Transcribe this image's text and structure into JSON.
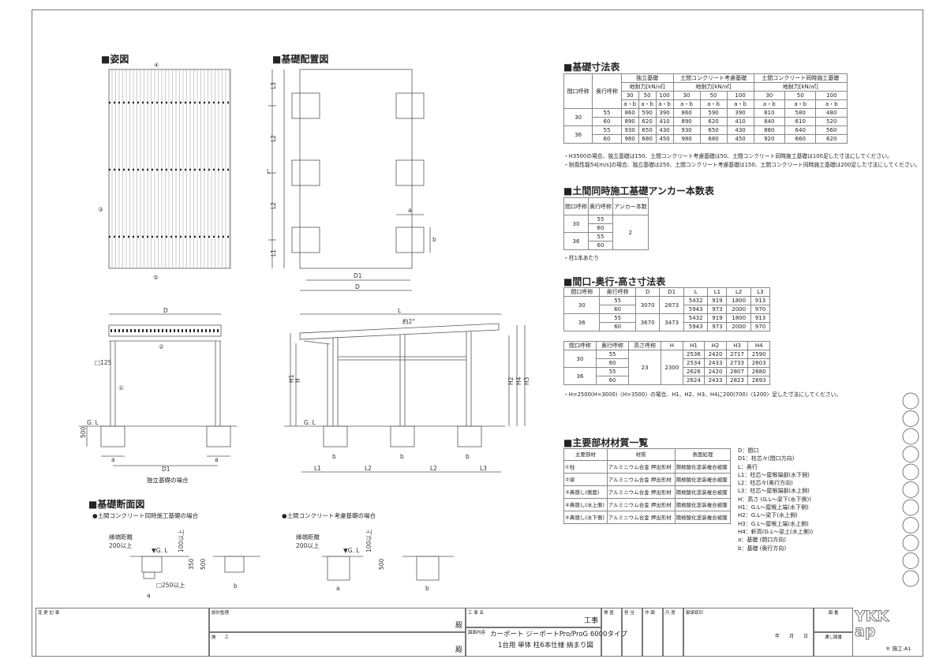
{
  "sheet": {
    "elevation_title": "■姿図",
    "layout_title": "■基礎配置図",
    "section_title": "■基礎断面図",
    "section_case1": "●土間コンクリート同時施工基礎の場合",
    "section_case2": "●土間コンクリート考慮基礎の場合",
    "front_caption": "独立基礎の場合"
  },
  "labels": {
    "c1": "①",
    "c2": "②",
    "c3": "③",
    "c4": "④",
    "c5": "⑤",
    "L": "L",
    "L1": "L1",
    "L2": "L2",
    "L3": "L3",
    "D": "D",
    "D1": "D1",
    "a": "a",
    "b": "b",
    "H": "H",
    "H1": "H1",
    "H2": "H2",
    "H3": "H3",
    "H4": "H4",
    "GL": "G. L",
    "GL2": "▼G. L",
    "d500": "500",
    "d350": "350",
    "post": "□125",
    "slope": "約2°",
    "edge": "縁端距離",
    "edge200": "200以上",
    "up100": "100以上",
    "sq250": "□250以上"
  },
  "found_table": {
    "title": "■基礎寸法表",
    "h_frontage": "間口呼称",
    "h_depth": "奥行呼称",
    "groups": [
      "独立基礎",
      "土間コンクリート考慮基礎",
      "土間コンクリート同時施工基礎"
    ],
    "bearing": "地耐力[kN/㎡]",
    "loads": [
      "30",
      "50",
      "100"
    ],
    "ab": "a・b",
    "rows": [
      {
        "f": "30",
        "d": "55",
        "v": [
          "860",
          "590",
          "390",
          "860",
          "590",
          "390",
          "810",
          "580",
          "480"
        ]
      },
      {
        "f": "",
        "d": "60",
        "v": [
          "890",
          "620",
          "410",
          "890",
          "620",
          "410",
          "840",
          "610",
          "520"
        ]
      },
      {
        "f": "36",
        "d": "55",
        "v": [
          "930",
          "650",
          "430",
          "930",
          "650",
          "430",
          "880",
          "640",
          "560"
        ]
      },
      {
        "f": "",
        "d": "60",
        "v": [
          "980",
          "680",
          "450",
          "980",
          "680",
          "450",
          "920",
          "660",
          "620"
        ]
      }
    ],
    "note1": "・H3500の場合、独立基礎は150、土間コンクリート考慮基礎は50、土間コンクリート同時施工基礎は100足した寸法にしてください。",
    "note2": "・耐風性能54[m/s]の場合、独立基礎は250、土間コンクリート考慮基礎は150、土間コンクリート同時施工基礎は200足した寸法にしてください。"
  },
  "anchor_table": {
    "title": "■土間同時施工基礎アンカー本数表",
    "h1": "間口呼称",
    "h2": "奥行呼称",
    "h3": "アンカー本数",
    "f": [
      "30",
      "36"
    ],
    "d": [
      "55",
      "60",
      "55",
      "60"
    ],
    "count": "2",
    "note": "・柱1本あたり"
  },
  "dim_table": {
    "title": "■間口-奥行-高さ寸法表",
    "headers1": [
      "間口呼称",
      "奥行呼称",
      "D",
      "D1",
      "L",
      "L1",
      "L2",
      "L3"
    ],
    "rows1": [
      {
        "f": "30",
        "d": "55",
        "D": "3070",
        "D1": "2873",
        "v": [
          "5432",
          "919",
          "1800",
          "913"
        ]
      },
      {
        "f": "",
        "d": "60",
        "D": "",
        "D1": "",
        "v": [
          "5943",
          "973",
          "2000",
          "970"
        ]
      },
      {
        "f": "36",
        "d": "55",
        "D": "3670",
        "D1": "3473",
        "v": [
          "5432",
          "919",
          "1800",
          "913"
        ]
      },
      {
        "f": "",
        "d": "60",
        "D": "",
        "D1": "",
        "v": [
          "5943",
          "973",
          "2000",
          "970"
        ]
      }
    ],
    "headers2": [
      "間口呼称",
      "奥行呼称",
      "高さ呼称",
      "H",
      "H1",
      "H2",
      "H3",
      "H4"
    ],
    "height_name": "23",
    "H": "2300",
    "rows2": [
      {
        "f": "30",
        "d": "55",
        "v": [
          "2536",
          "2420",
          "2717",
          "2590"
        ]
      },
      {
        "f": "",
        "d": "60",
        "v": [
          "2534",
          "2433",
          "2733",
          "2603"
        ]
      },
      {
        "f": "36",
        "d": "55",
        "v": [
          "2626",
          "2420",
          "2807",
          "2680"
        ]
      },
      {
        "f": "",
        "d": "60",
        "v": [
          "2624",
          "2433",
          "2823",
          "2693"
        ]
      }
    ],
    "note": "・H=2500(H=3000)〈H=3500〉の場合、H1、H2、H3、H4に200(700)〈1200〉足した寸法にしてください。"
  },
  "material_table": {
    "title": "■主要部材材質一覧",
    "headers": [
      "主要部材",
      "材質",
      "表面処理"
    ],
    "rows": [
      [
        "①柱",
        "アルミニウム合金 押出形材",
        "陽極酸化塗装複合被膜"
      ],
      [
        "②梁",
        "アルミニウム合金 押出形材",
        "陽極酸化塗装複合被膜"
      ],
      [
        "③鼻隠し(側面)",
        "アルミニウム合金 押出形材",
        "陽極酸化塗装複合被膜"
      ],
      [
        "④鼻隠し(水上側)",
        "アルミニウム合金 押出形材",
        "陽極酸化塗装複合被膜"
      ],
      [
        "⑤鼻隠し(水下側)",
        "アルミニウム合金 押出形材",
        "陽極酸化塗装複合被膜"
      ]
    ]
  },
  "legend": [
    "D：間口",
    "D1：柱芯々(間口方向)",
    "L：奥行",
    "L1：柱芯～屋根端部(水下側)",
    "L2：柱芯々(奥行方向)",
    "L3：柱芯～屋根端部(水上側)",
    "H：高さ (G.L～梁下(水下側))",
    "H1：G.L～屋根上端(水下側)",
    "H2：G.L～梁下(水上側)",
    "H3：G.L～屋根上端(水上側)",
    "H4：軒高(G.L～梁上(水上側))",
    "a：基礎 (間口方向)",
    "b：基礎 (奥行方向)"
  ],
  "title_block": {
    "revisions": "変 更 記 事",
    "design": "設計監理",
    "builder": "施　　工",
    "sama": "殿",
    "project_label": "工 事 名",
    "project_suffix": "工事",
    "content_label": "図面内容",
    "content1": "カーポート ジーポートPro/ProG 6000タイプ",
    "content2": "1台用 単体 柱6本仕様 納まり図",
    "checks": [
      "検 査",
      "担 当",
      "作 図",
      "尺 度"
    ],
    "approval": "御承認印",
    "date": "年　　月　　日",
    "drawing_no": "図 番",
    "serial": "通し図番",
    "logo": "YKK ap",
    "sheet_no": "® 施工-A1"
  }
}
